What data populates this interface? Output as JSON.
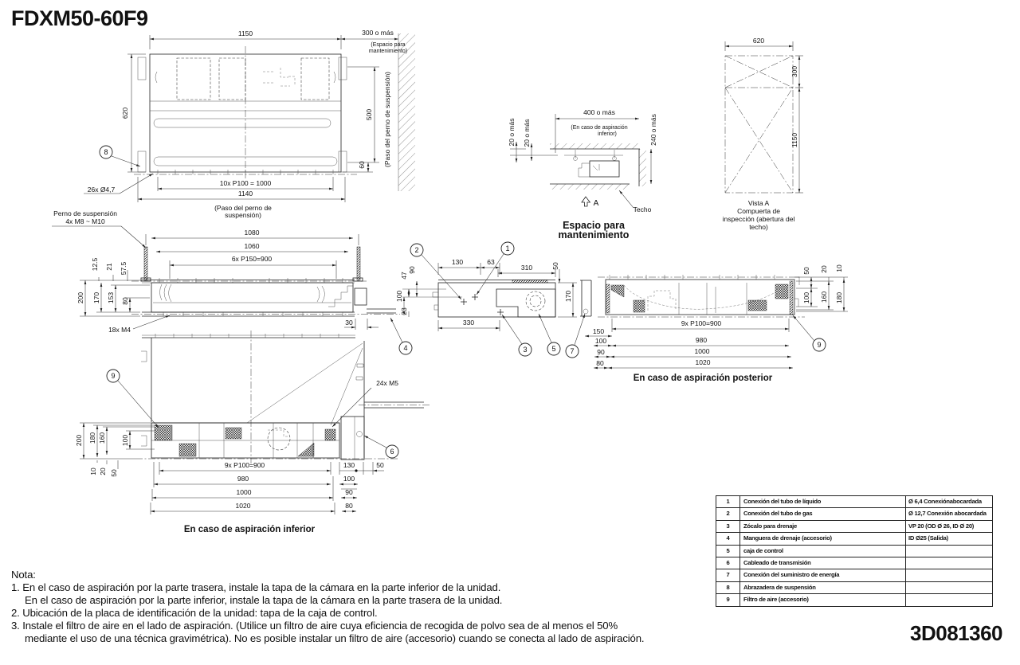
{
  "title": "FDXM50-60F9",
  "doc_number": "3D081360",
  "balloons": {
    "n1": "1",
    "n2": "2",
    "n3": "3",
    "n4": "4",
    "n5": "5",
    "n6": "6",
    "n7": "7",
    "n8": "8",
    "n9": "9"
  },
  "plan_view": {
    "dim_width": "1150",
    "dim_depth": "620",
    "clearance": "300 o más",
    "clearance_note_1": "(Espacio para",
    "clearance_note_2": "mantenimiento)",
    "dim_500": "500",
    "dim_60": "60",
    "bolt_pass_vertical": "(Paso del perno de suspensión)",
    "bolt_pitch": "10x P100 = 1000",
    "dim_1140": "1140",
    "bolt_pass_1": "(Paso del perno de",
    "bolt_pass_2": "suspensión)",
    "holes": "26x Ø4,7",
    "susp_bolt_1": "Perno de suspensión",
    "susp_bolt_2": "4x M8 ~ M10"
  },
  "maintenance_view": {
    "dim_400": "400 o más",
    "case_note_1": "(En caso de aspiración",
    "case_note_2": "inferior)",
    "dim_20_left": "20 o más",
    "dim_20_inner": "20 o más",
    "dim_240": "240 o más",
    "view_arrow": "A",
    "ceiling": "Techo",
    "caption_1": "Espacio para",
    "caption_2": "mantenimiento"
  },
  "vista_a": {
    "dim_620": "620",
    "dim_300": "300",
    "dim_1150": "1150",
    "caption_1": "Vista A",
    "caption_2": "Compuerta de",
    "caption_3": "inspección (abertura del",
    "caption_4": "techo)"
  },
  "front_view": {
    "dim_1080": "1080",
    "dim_1060": "1060",
    "pitch": "6x P150=900",
    "dim_12_5": "12.5",
    "dim_21": "21",
    "dim_57_5": "57.5",
    "dim_200": "200",
    "dim_170": "170",
    "dim_153": "153",
    "dim_80": "80",
    "screws": "18x M4",
    "dim_30": "30"
  },
  "side_view": {
    "dim_130": "130",
    "dim_63": "63",
    "dim_310": "310",
    "dim_50": "50",
    "dim_90": "90",
    "dim_47": "47",
    "dim_100": "100",
    "dim_23": "23",
    "dim_170": "170",
    "dim_330": "330"
  },
  "posterior_view": {
    "dim_150": "150",
    "dim_100": "100",
    "dim_90": "90",
    "dim_80": "80",
    "pitch": "9x P100=900",
    "dim_980": "980",
    "dim_1000": "1000",
    "dim_1020": "1020",
    "dim_r50": "50",
    "dim_r20": "20",
    "dim_r10": "10",
    "dim_r100": "100",
    "dim_r160": "160",
    "dim_r180": "180",
    "caption": "En caso de aspiración posterior"
  },
  "inferior_view": {
    "screws": "24x M5",
    "dim_200": "200",
    "dim_180": "180",
    "dim_160": "160",
    "dim_100": "100",
    "dim_10": "10",
    "dim_20": "20",
    "dim_50": "50",
    "pitch": "9x P100=900",
    "dim_980": "980",
    "dim_1000": "1000",
    "dim_1020": "1020",
    "dim_130": "130",
    "dim_r50": "50",
    "dim_r100": "100",
    "dim_r90": "90",
    "dim_r80": "80",
    "caption": "En caso de aspiración inferior"
  },
  "parts_table": {
    "rows": [
      {
        "num": "1",
        "desc": "Conexión del tubo de líquido",
        "spec": "Ø 6,4 Conexiónabocardada"
      },
      {
        "num": "2",
        "desc": "Conexión del tubo de gas",
        "spec": "Ø 12,7 Conexión abocardada"
      },
      {
        "num": "3",
        "desc": "Zócalo para drenaje",
        "spec": "VP 20 (OD Ø 26, ID Ø 20)"
      },
      {
        "num": "4",
        "desc": "Manguera de drenaje (accesorio)",
        "spec": "ID Ø25 (Salida)"
      },
      {
        "num": "5",
        "desc": "caja de control",
        "spec": ""
      },
      {
        "num": "6",
        "desc": "Cableado de transmisión",
        "spec": ""
      },
      {
        "num": "7",
        "desc": "Conexión del suministro de energía",
        "spec": ""
      },
      {
        "num": "8",
        "desc": "Abrazadera de suspensión",
        "spec": ""
      },
      {
        "num": "9",
        "desc": "Filtro de aire (accesorio)",
        "spec": ""
      }
    ]
  },
  "notes": {
    "heading": "Nota:",
    "n1a": "1.  En el caso de aspiración por la parte trasera, instale la tapa de la cámara en la parte inferior de la unidad.",
    "n1b": "En el caso de aspiración por la parte inferior, instale la tapa de la cámara en la parte trasera de la unidad.",
    "n2": "2.  Ubicación de la placa de identificación de la unidad: tapa de la caja de control.",
    "n3a": "3.  Instale el filtro de aire en el lado de aspiración. (Utilice un filtro de aire cuya eficiencia de recogida de polvo sea de al menos el 50%",
    "n3b": "mediante el uso de una técnica gravimétrica). No es posible instalar un filtro de aire (accesorio) cuando se conecta al lado de aspiración."
  }
}
